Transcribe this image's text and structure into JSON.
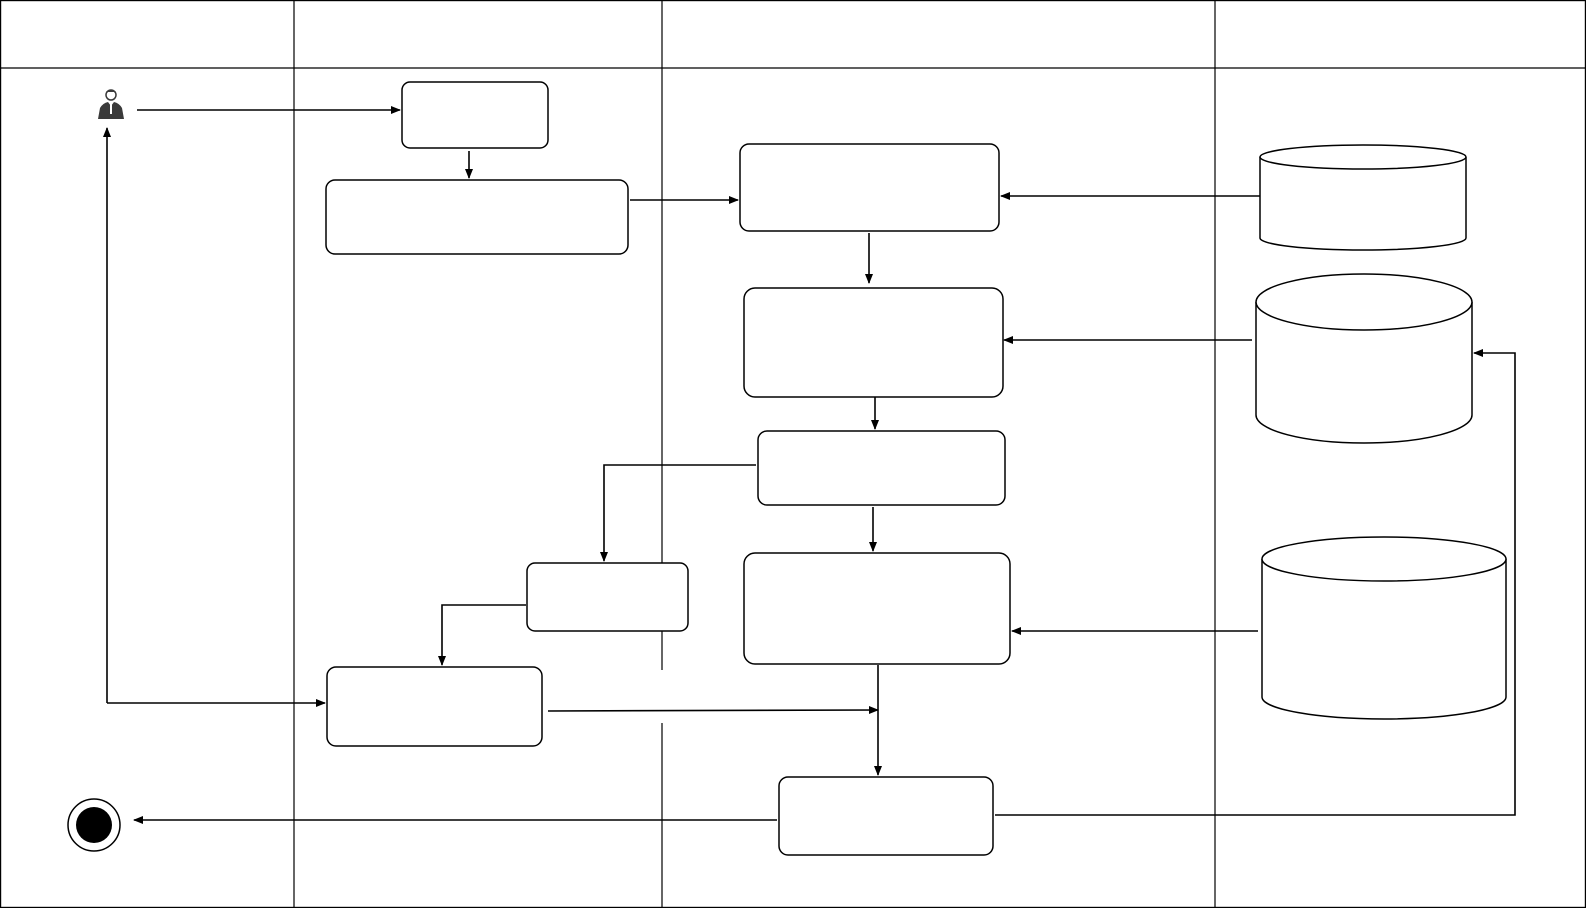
{
  "colors": {
    "stroke": "#000000",
    "background": "#ffffff",
    "actor_body": "#3a3a3a",
    "end_fill": "#000000"
  },
  "icons": {
    "start": "user-icon",
    "end": "end-state-icon"
  },
  "lanes": [
    {
      "id": "lane-1",
      "title": ""
    },
    {
      "id": "lane-2",
      "title": ""
    },
    {
      "id": "lane-3",
      "title": ""
    },
    {
      "id": "lane-4",
      "title": ""
    }
  ],
  "nodes": {
    "lane2_top": {
      "label": ""
    },
    "lane2_wide": {
      "label": ""
    },
    "lane2_small": {
      "label": ""
    },
    "lane2_bottom": {
      "label": ""
    },
    "lane3_a": {
      "label": ""
    },
    "lane3_b": {
      "label": ""
    },
    "lane3_c": {
      "label": ""
    },
    "lane3_d": {
      "label": ""
    },
    "lane3_e": {
      "label": ""
    },
    "db_1": {
      "label": ""
    },
    "db_2": {
      "label": ""
    },
    "db_3": {
      "label": ""
    }
  }
}
